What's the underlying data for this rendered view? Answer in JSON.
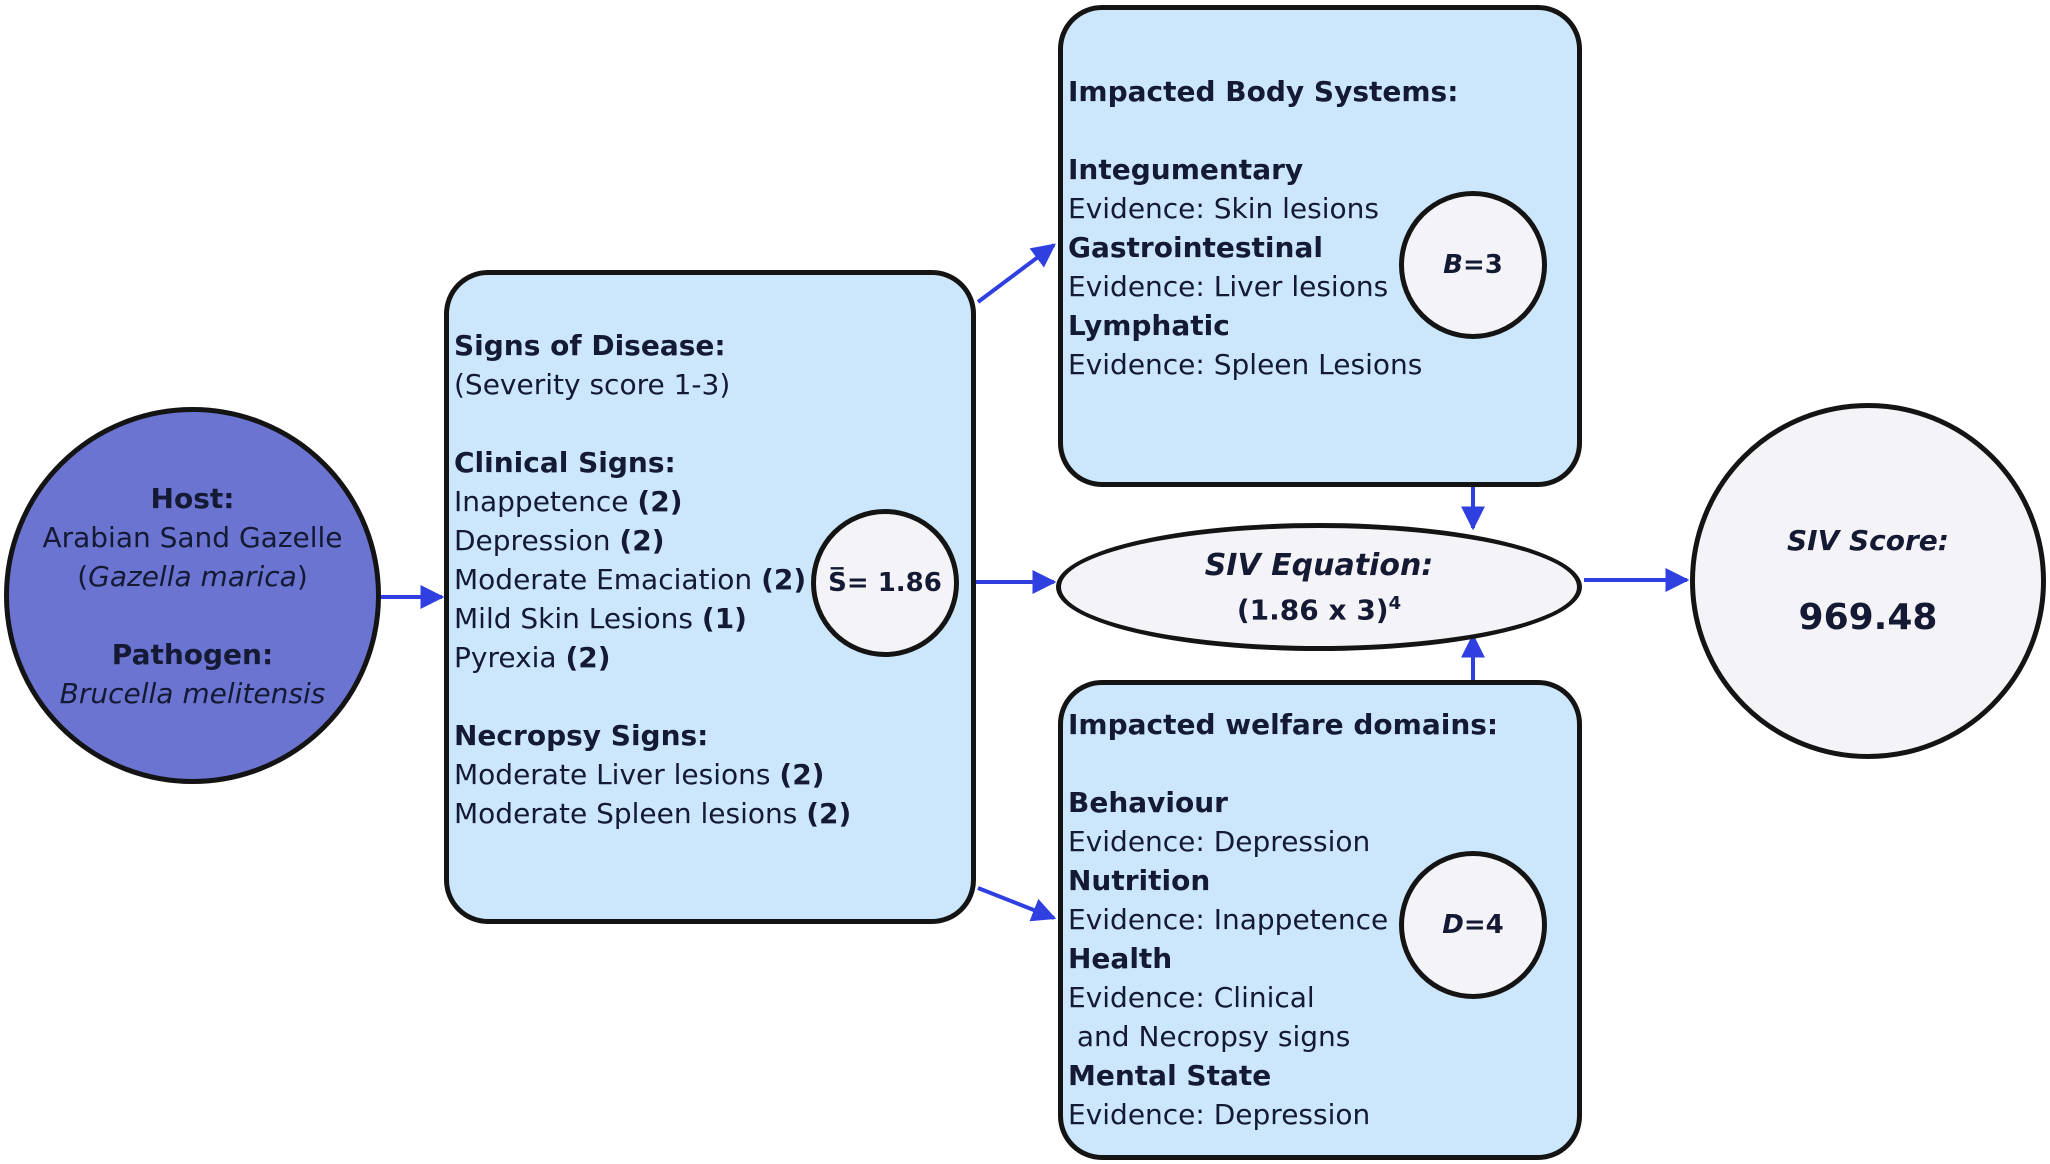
{
  "host": {
    "host_label": "Host:",
    "host_name": "Arabian Sand Gazelle",
    "host_open": "(",
    "host_species": "Gazella marica",
    "host_close": ")",
    "pathogen_label": "Pathogen:",
    "pathogen_name": "Brucella melitensis"
  },
  "signs": {
    "title": "Signs of Disease:",
    "subtitle": "(Severity score 1-3)",
    "clinical_title": "Clinical Signs:",
    "clinical": [
      {
        "name": "Inappetence",
        "score": "(2)"
      },
      {
        "name": "Depression",
        "score": "(2)"
      },
      {
        "name": "Moderate Emaciation",
        "score": "(2)"
      },
      {
        "name": "Mild Skin Lesions",
        "score": "(1)"
      },
      {
        "name": "Pyrexia",
        "score": "(2)"
      }
    ],
    "necropsy_title": "Necropsy Signs:",
    "necropsy": [
      {
        "name": "Moderate Liver lesions",
        "score": "(2)"
      },
      {
        "name": "Moderate Spleen lesions",
        "score": "(2)"
      }
    ],
    "mean_symbol": "S̅",
    "mean_value": "= 1.86"
  },
  "body_systems": {
    "title": "Impacted Body Systems:",
    "items": [
      {
        "name": "Integumentary",
        "evidence": "Evidence: Skin lesions"
      },
      {
        "name": "Gastrointestinal",
        "evidence": "Evidence: Liver lesions"
      },
      {
        "name": "Lymphatic",
        "evidence": "Evidence: Spleen Lesions"
      }
    ],
    "b_var": "B",
    "b_value": "=3"
  },
  "welfare": {
    "title": "Impacted welfare domains:",
    "items": [
      {
        "name": "Behaviour",
        "evidence": [
          "Evidence: Depression"
        ]
      },
      {
        "name": "Nutrition",
        "evidence": [
          "Evidence: Inappetence"
        ]
      },
      {
        "name": "Health",
        "evidence": [
          "Evidence: Clinical",
          " and Necropsy signs"
        ]
      },
      {
        "name": "Mental State",
        "evidence": [
          "Evidence: Depression"
        ]
      }
    ],
    "d_var": "D",
    "d_value": "=4"
  },
  "equation": {
    "title": "SIV Equation:",
    "formula": "(1.86 x 3)",
    "exponent": "4"
  },
  "score": {
    "title": "SIV Score:",
    "value": "969.48"
  },
  "colors": {
    "host_fill": "#6b74d0",
    "box_fill": "#cce6fb",
    "arrow": "#2f3fe0",
    "outline": "#141414"
  }
}
